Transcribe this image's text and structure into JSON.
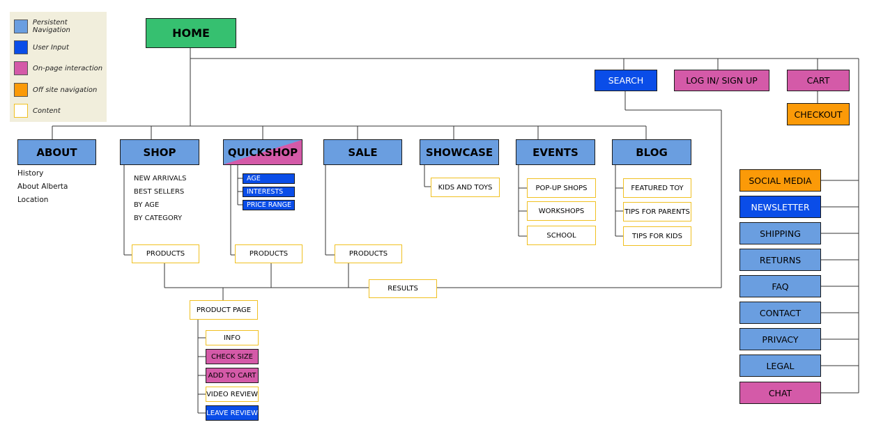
{
  "legend": {
    "persistent_navigation": "Persistent Navigation",
    "user_input": "User Input",
    "on_page_interaction": "On-page interaction",
    "off_site_navigation": "Off site navigation",
    "content": "Content"
  },
  "colors": {
    "persistent_navigation": "#6a9ee0",
    "user_input": "#0a4de8",
    "on_page_interaction": "#d45aa8",
    "off_site_navigation": "#fb9a08",
    "content": "#ffffff",
    "home": "#36c070"
  },
  "home": "HOME",
  "utility": {
    "search": "SEARCH",
    "login": "LOG IN/ SIGN UP",
    "cart": "CART",
    "checkout": "CHECKOUT"
  },
  "main_nav": {
    "about": "ABOUT",
    "shop": "SHOP",
    "quickshop": "QUICKSHOP",
    "sale": "SALE",
    "showcase": "SHOWCASE",
    "events": "EVENTS",
    "blog": "BLOG"
  },
  "about_items": [
    "History",
    "About Alberta",
    "Location"
  ],
  "shop_items": [
    "NEW ARRIVALS",
    "BEST SELLERS",
    "BY AGE",
    "BY CATEGORY"
  ],
  "quickshop_filters": [
    "AGE",
    "INTERESTS",
    "PRICE RANGE"
  ],
  "products": "PRODUCTS",
  "showcase_items": [
    "KIDS AND TOYS"
  ],
  "events_items": [
    "POP-UP SHOPS",
    "WORKSHOPS",
    "SCHOOL"
  ],
  "blog_items": [
    "FEATURED TOY",
    "TIPS FOR PARENTS",
    "TIPS FOR KIDS"
  ],
  "results": "RESULTS",
  "product_page": "PRODUCT PAGE",
  "product_page_items": {
    "info": "INFO",
    "check_size": "CHECK SIZE",
    "add_to_cart": "ADD TO CART",
    "video_review": "VIDEO REVIEW",
    "leave_review": "LEAVE REVIEW"
  },
  "footer_nav": {
    "social_media": "SOCIAL MEDIA",
    "newsletter": "NEWSLETTER",
    "shipping": "SHIPPING",
    "returns": "RETURNS",
    "faq": "FAQ",
    "contact": "CONTACT",
    "privacy": "PRIVACY",
    "legal": "LEGAL",
    "chat": "CHAT"
  }
}
